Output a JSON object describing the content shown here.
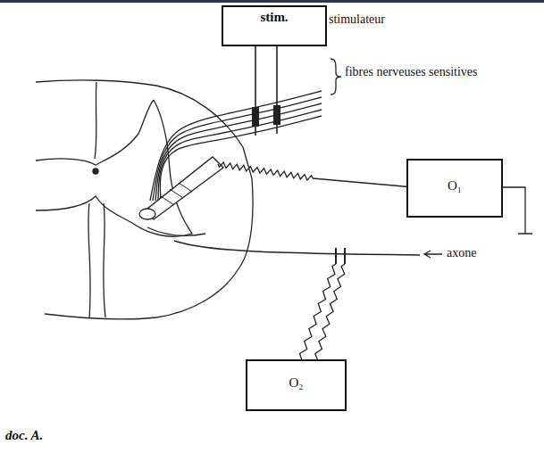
{
  "diagram": {
    "caption": "doc. A.",
    "nodes": [
      {
        "text": [
          "stim."
        ]
      },
      {
        "text": [
          "O₁"
        ]
      },
      {
        "text": [
          "O₂"
        ]
      }
    ],
    "labels": [
      "stimulateur",
      "fibres nerveuses sensitives",
      "axone"
    ]
  }
}
